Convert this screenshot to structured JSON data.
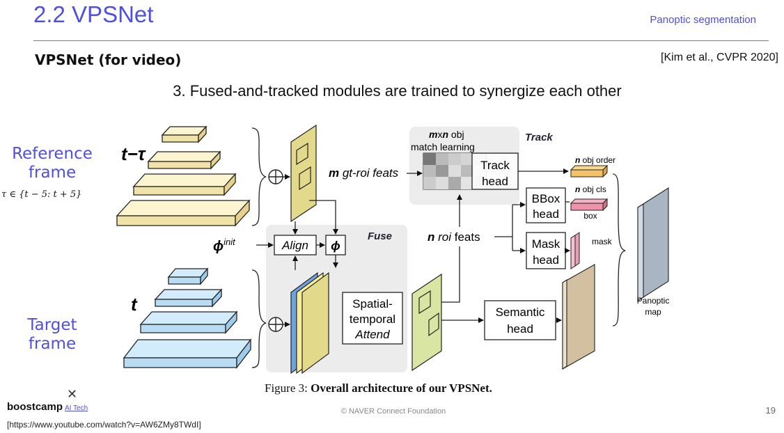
{
  "slide": {
    "title": "2.2 VPSNet",
    "topic": "Panoptic segmentation",
    "subtitle": "VPSNet (for video)",
    "citation": "[Kim et al., CVPR 2020]",
    "caption": "3. Fused-and-tracked modules are trained to synergize each other",
    "reference_label_1": "Reference",
    "reference_label_2": "frame",
    "tau_range": "τ ∈ {t − 5: t + 5}",
    "target_label_1": "Target",
    "target_label_2": "frame",
    "x_mark": "✕",
    "brand_main": "boostcamp",
    "brand_sub": "AI Tech",
    "footer": "© NAVER Connect Foundation",
    "page_number": "19",
    "url": "[https://www.youtube.com/watch?v=AW6ZMy8TWdI]"
  },
  "figure": {
    "caption_prefix": "Figure 3: ",
    "caption_bold": "Overall architecture of our VPSNet.",
    "t_minus_tau": "t−τ",
    "t": "t",
    "oplus": "⊕",
    "phi_init": "ϕ",
    "phi_init_sup": "init",
    "align": "Align",
    "phi": "ϕ",
    "fuse": "Fuse",
    "track": "Track",
    "m_gt_roi_m": "m",
    "m_gt_roi_rest": " gt-roi feats",
    "mxn_m": "m",
    "mxn_x": "x",
    "mxn_n": "n",
    "mxn_obj": " obj",
    "match_learning": "match learning",
    "track_head_1": "Track",
    "track_head_2": "head",
    "n_obj_order_n": "n",
    "n_obj_order_rest": " obj order",
    "n_obj_cls_n": "n",
    "n_obj_cls_rest": " obj cls",
    "box": "box",
    "bbox_head_1": "BBox",
    "bbox_head_2": "head",
    "mask_head_1": "Mask",
    "mask_head_2": "head",
    "mask": "mask",
    "n_roi_n": "n",
    "n_roi_roi": " roi",
    "n_roi_feats": " feats",
    "spatial_1": "Spatial-",
    "spatial_2": "temporal",
    "spatial_3": "Attend",
    "semantic_1": "Semantic",
    "semantic_2": "head",
    "panoptic_1": "Panoptic",
    "panoptic_2": "map"
  },
  "colors": {
    "accent": "#4f4fe0",
    "reference_layer": "#fdf5d0",
    "target_layer": "#d3ecfb",
    "feature_map": "#e3d98a",
    "feature_map_green": "#d9e6a3",
    "fuse_track_panel": "#ececec"
  }
}
